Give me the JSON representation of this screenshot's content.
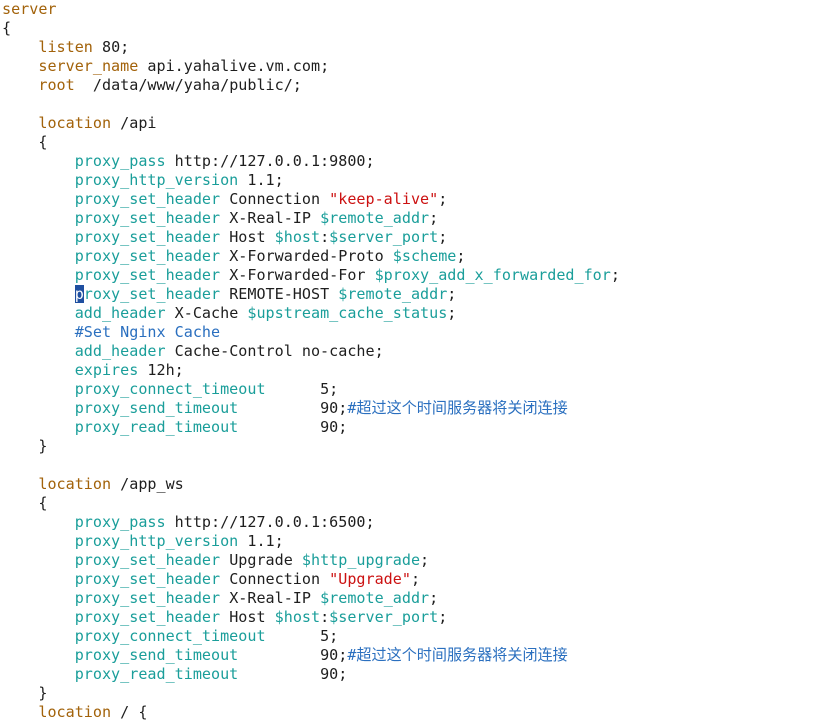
{
  "editor": {
    "lines": [
      [
        {
          "t": "server",
          "c": "kw"
        }
      ],
      [
        {
          "t": "{",
          "c": "plain"
        }
      ],
      [
        {
          "t": "    ",
          "c": "plain"
        },
        {
          "t": "listen",
          "c": "kw"
        },
        {
          "t": " 80;",
          "c": "plain"
        }
      ],
      [
        {
          "t": "    ",
          "c": "plain"
        },
        {
          "t": "server_name",
          "c": "kw"
        },
        {
          "t": " api.yahalive.vm.com;",
          "c": "plain"
        }
      ],
      [
        {
          "t": "    ",
          "c": "plain"
        },
        {
          "t": "root",
          "c": "kw"
        },
        {
          "t": "  /data/www/yaha/public/;",
          "c": "plain"
        }
      ],
      [],
      [
        {
          "t": "    ",
          "c": "plain"
        },
        {
          "t": "location",
          "c": "kw"
        },
        {
          "t": " /api",
          "c": "plain"
        }
      ],
      [
        {
          "t": "    {",
          "c": "plain"
        }
      ],
      [
        {
          "t": "        ",
          "c": "plain"
        },
        {
          "t": "proxy_pass",
          "c": "dir"
        },
        {
          "t": " http://127.0.0.1:9800;",
          "c": "plain"
        }
      ],
      [
        {
          "t": "        ",
          "c": "plain"
        },
        {
          "t": "proxy_http_version",
          "c": "dir"
        },
        {
          "t": " 1.1;",
          "c": "plain"
        }
      ],
      [
        {
          "t": "        ",
          "c": "plain"
        },
        {
          "t": "proxy_set_header",
          "c": "dir"
        },
        {
          "t": " Connection ",
          "c": "plain"
        },
        {
          "t": "\"keep-alive\"",
          "c": "str"
        },
        {
          "t": ";",
          "c": "plain"
        }
      ],
      [
        {
          "t": "        ",
          "c": "plain"
        },
        {
          "t": "proxy_set_header",
          "c": "dir"
        },
        {
          "t": " X-Real-IP ",
          "c": "plain"
        },
        {
          "t": "$remote_addr",
          "c": "var"
        },
        {
          "t": ";",
          "c": "plain"
        }
      ],
      [
        {
          "t": "        ",
          "c": "plain"
        },
        {
          "t": "proxy_set_header",
          "c": "dir"
        },
        {
          "t": " Host ",
          "c": "plain"
        },
        {
          "t": "$host",
          "c": "var"
        },
        {
          "t": ":",
          "c": "plain"
        },
        {
          "t": "$server_port",
          "c": "var"
        },
        {
          "t": ";",
          "c": "plain"
        }
      ],
      [
        {
          "t": "        ",
          "c": "plain"
        },
        {
          "t": "proxy_set_header",
          "c": "dir"
        },
        {
          "t": " X-Forwarded-Proto ",
          "c": "plain"
        },
        {
          "t": "$scheme",
          "c": "var"
        },
        {
          "t": ";",
          "c": "plain"
        }
      ],
      [
        {
          "t": "        ",
          "c": "plain"
        },
        {
          "t": "proxy_set_header",
          "c": "dir"
        },
        {
          "t": " X-Forwarded-For ",
          "c": "plain"
        },
        {
          "t": "$proxy_add_x_forwarded_for",
          "c": "var"
        },
        {
          "t": ";",
          "c": "plain"
        }
      ],
      [
        {
          "t": "        ",
          "c": "plain"
        },
        {
          "t": "p",
          "c": "cursor"
        },
        {
          "t": "roxy_set_header",
          "c": "dir"
        },
        {
          "t": " REMOTE-HOST ",
          "c": "plain"
        },
        {
          "t": "$remote_addr",
          "c": "var"
        },
        {
          "t": ";",
          "c": "plain"
        }
      ],
      [
        {
          "t": "        ",
          "c": "plain"
        },
        {
          "t": "add_header",
          "c": "dir"
        },
        {
          "t": " X-Cache ",
          "c": "plain"
        },
        {
          "t": "$upstream_cache_status",
          "c": "var"
        },
        {
          "t": ";",
          "c": "plain"
        }
      ],
      [
        {
          "t": "        ",
          "c": "plain"
        },
        {
          "t": "#Set Nginx Cache",
          "c": "cmt"
        }
      ],
      [
        {
          "t": "        ",
          "c": "plain"
        },
        {
          "t": "add_header",
          "c": "dir"
        },
        {
          "t": " Cache-Control no-cache;",
          "c": "plain"
        }
      ],
      [
        {
          "t": "        ",
          "c": "plain"
        },
        {
          "t": "expires",
          "c": "dir"
        },
        {
          "t": " 12h;",
          "c": "plain"
        }
      ],
      [
        {
          "t": "        ",
          "c": "plain"
        },
        {
          "t": "proxy_connect_timeout",
          "c": "dir"
        },
        {
          "t": "      5;",
          "c": "plain"
        }
      ],
      [
        {
          "t": "        ",
          "c": "plain"
        },
        {
          "t": "proxy_send_timeout",
          "c": "dir"
        },
        {
          "t": "         90;",
          "c": "plain"
        },
        {
          "t": "#超过这个时间服务器将关闭连接",
          "c": "cmt"
        }
      ],
      [
        {
          "t": "        ",
          "c": "plain"
        },
        {
          "t": "proxy_read_timeout",
          "c": "dir"
        },
        {
          "t": "         90;",
          "c": "plain"
        }
      ],
      [
        {
          "t": "    }",
          "c": "plain"
        }
      ],
      [],
      [
        {
          "t": "    ",
          "c": "plain"
        },
        {
          "t": "location",
          "c": "kw"
        },
        {
          "t": " /app_ws",
          "c": "plain"
        }
      ],
      [
        {
          "t": "    {",
          "c": "plain"
        }
      ],
      [
        {
          "t": "        ",
          "c": "plain"
        },
        {
          "t": "proxy_pass",
          "c": "dir"
        },
        {
          "t": " http://127.0.0.1:6500;",
          "c": "plain"
        }
      ],
      [
        {
          "t": "        ",
          "c": "plain"
        },
        {
          "t": "proxy_http_version",
          "c": "dir"
        },
        {
          "t": " 1.1;",
          "c": "plain"
        }
      ],
      [
        {
          "t": "        ",
          "c": "plain"
        },
        {
          "t": "proxy_set_header",
          "c": "dir"
        },
        {
          "t": " Upgrade ",
          "c": "plain"
        },
        {
          "t": "$http_upgrade",
          "c": "var"
        },
        {
          "t": ";",
          "c": "plain"
        }
      ],
      [
        {
          "t": "        ",
          "c": "plain"
        },
        {
          "t": "proxy_set_header",
          "c": "dir"
        },
        {
          "t": " Connection ",
          "c": "plain"
        },
        {
          "t": "\"Upgrade\"",
          "c": "str"
        },
        {
          "t": ";",
          "c": "plain"
        }
      ],
      [
        {
          "t": "        ",
          "c": "plain"
        },
        {
          "t": "proxy_set_header",
          "c": "dir"
        },
        {
          "t": " X-Real-IP ",
          "c": "plain"
        },
        {
          "t": "$remote_addr",
          "c": "var"
        },
        {
          "t": ";",
          "c": "plain"
        }
      ],
      [
        {
          "t": "        ",
          "c": "plain"
        },
        {
          "t": "proxy_set_header",
          "c": "dir"
        },
        {
          "t": " Host ",
          "c": "plain"
        },
        {
          "t": "$host",
          "c": "var"
        },
        {
          "t": ":",
          "c": "plain"
        },
        {
          "t": "$server_port",
          "c": "var"
        },
        {
          "t": ";",
          "c": "plain"
        }
      ],
      [
        {
          "t": "        ",
          "c": "plain"
        },
        {
          "t": "proxy_connect_timeout",
          "c": "dir"
        },
        {
          "t": "      5;",
          "c": "plain"
        }
      ],
      [
        {
          "t": "        ",
          "c": "plain"
        },
        {
          "t": "proxy_send_timeout",
          "c": "dir"
        },
        {
          "t": "         90;",
          "c": "plain"
        },
        {
          "t": "#超过这个时间服务器将关闭连接",
          "c": "cmt"
        }
      ],
      [
        {
          "t": "        ",
          "c": "plain"
        },
        {
          "t": "proxy_read_timeout",
          "c": "dir"
        },
        {
          "t": "         90;",
          "c": "plain"
        }
      ],
      [
        {
          "t": "    }",
          "c": "plain"
        }
      ],
      [
        {
          "t": "    ",
          "c": "plain"
        },
        {
          "t": "location",
          "c": "kw"
        },
        {
          "t": " / {",
          "c": "plain"
        }
      ]
    ]
  }
}
